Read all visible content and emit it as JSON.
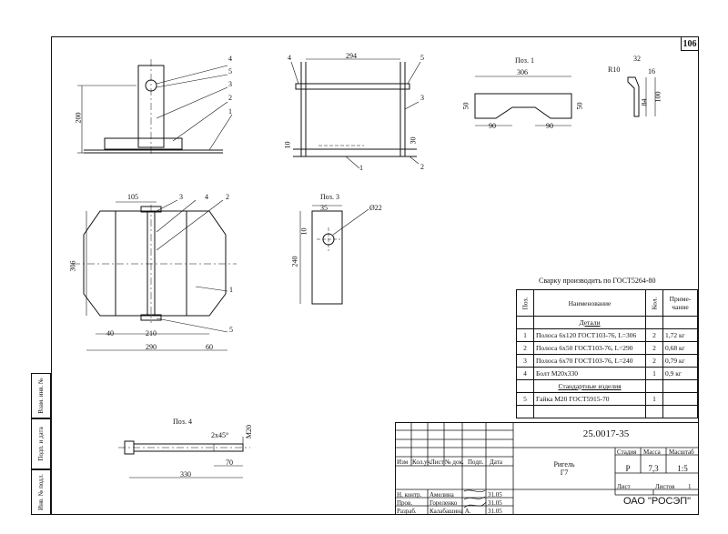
{
  "sheet_number": "106",
  "labels": {
    "pos1": "Поз. 1",
    "pos3": "Поз. 3",
    "pos4": "Поз. 4",
    "weld_note": "Сварку производить по ГОСТ5264-80"
  },
  "dims": {
    "v1_200": "200",
    "v1_l4": "4",
    "v1_l5": "5",
    "v1_l3": "3",
    "v1_l2": "2",
    "v1_l1": "1",
    "v2_294": "294",
    "v2_l4": "4",
    "v2_l5": "5",
    "v2_l3": "3",
    "v2_l1": "1",
    "v2_l2": "2",
    "v2_10": "10",
    "v2_30": "30",
    "p1_306": "306",
    "p1_50a": "50",
    "p1_50b": "50",
    "p1_90a": "90",
    "p1_90b": "90",
    "r_r10": "R10",
    "r_32": "32",
    "r_16": "16",
    "r_84": "84",
    "r_100": "100",
    "v3_105": "105",
    "v3_l3": "3",
    "v3_l4": "4",
    "v3_l2": "2",
    "v3_306": "306",
    "v3_l1": "1",
    "v3_l5": "5",
    "v3_40": "40",
    "v3_210": "210",
    "v3_290": "290",
    "v3_60": "60",
    "p3_35": "35",
    "p3_d22": "Ø22",
    "p3_10": "10",
    "p3_240": "240",
    "p4_chamfer": "2x45°",
    "p4_m20": "M20",
    "p4_70": "70",
    "p4_330": "330"
  },
  "spec": {
    "head_pos": "Поз.",
    "head_name": "Наименование",
    "head_qty": "Кол.",
    "head_note": "Приме-\nчание",
    "section_parts": "Детали",
    "section_std": "Стандартные изделия",
    "rows": [
      {
        "pos": "1",
        "name": "Полоса 6х120 ГОСТ103-76, L=306",
        "qty": "2",
        "note": "1,72 кг"
      },
      {
        "pos": "2",
        "name": "Полоса 6х50 ГОСТ103-76, L=290",
        "qty": "2",
        "note": "0,68 кг"
      },
      {
        "pos": "3",
        "name": "Полоса 6х70 ГОСТ103-76, L=240",
        "qty": "2",
        "note": "0,79 кг"
      },
      {
        "pos": "4",
        "name": "Болт М20х330",
        "qty": "1",
        "note": "0,9 кг"
      }
    ],
    "std_rows": [
      {
        "pos": "5",
        "name": "Гайка М20 ГОСТ5915-70",
        "qty": "1",
        "note": ""
      }
    ]
  },
  "title_block": {
    "doc_code": "25.0017-35",
    "name_line1": "Ригель",
    "name_line2": "Г7",
    "stage_head": "Стадия",
    "mass_head": "Масса",
    "scale_head": "Масштаб",
    "stage": "Р",
    "mass": "7,3",
    "scale": "1:5",
    "sheet_label": "Лист",
    "sheets_label": "Листов",
    "sheets": "1",
    "org": "ОАО \"РОСЭП\"",
    "cols": [
      "Изм",
      "Кол.уч.",
      "Лист",
      "№ док.",
      "Подп.",
      "Дата"
    ],
    "roles": [
      {
        "role": "Н. контр.",
        "name": "Амелина",
        "date": "31.05"
      },
      {
        "role": "Пров.",
        "name": "Гореленко",
        "date": "31.05"
      },
      {
        "role": "Разраб.",
        "name": "Калабашина А.",
        "date": "31.05"
      }
    ]
  },
  "side_stamp": {
    "inv_sub": "Взам. инв. №",
    "sign_date": "Подп. и дата",
    "inv_orig": "Инв. № подл."
  }
}
